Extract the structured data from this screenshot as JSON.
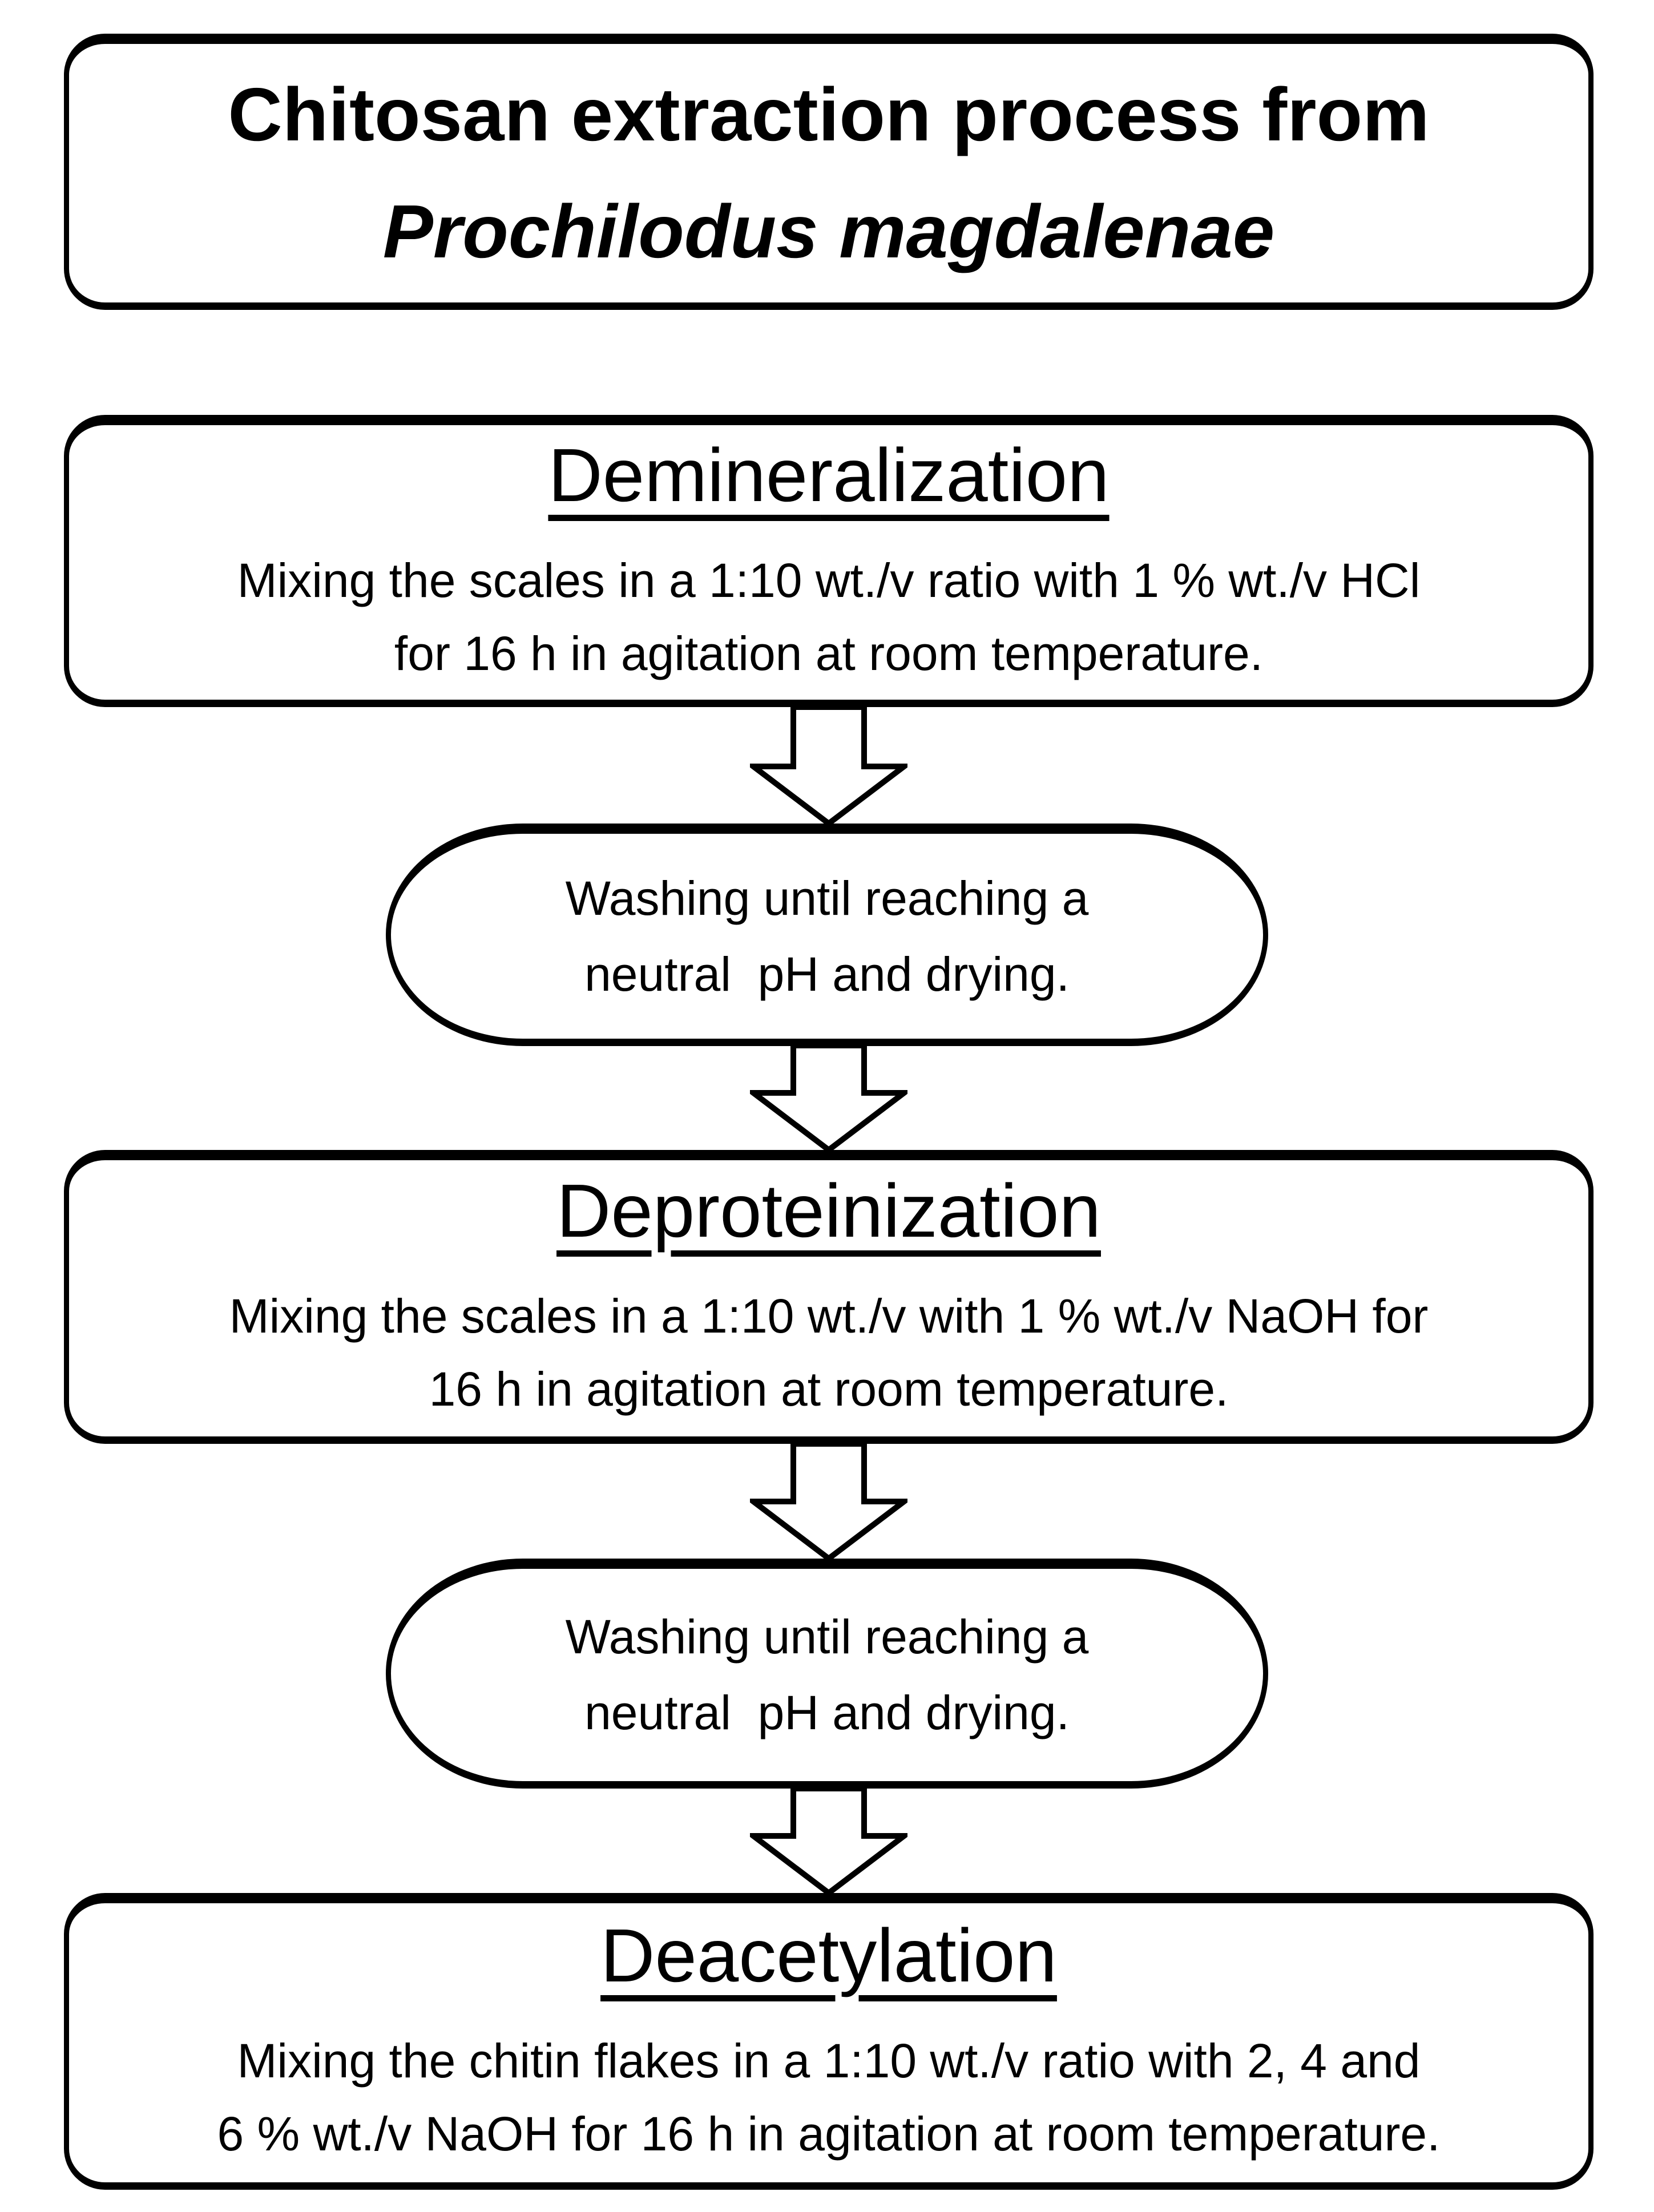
{
  "title": {
    "line1": "Chitosan extraction process from",
    "line2_italic": "Prochilodus magdalenae"
  },
  "steps": [
    {
      "id": "demineralization",
      "heading": "Demineralization",
      "body": "Mixing the scales in a 1:10 wt./v ratio with 1 % wt./v HCl\nfor 16 h in agitation at room temperature."
    },
    {
      "id": "deproteinization",
      "heading": "Deproteinization",
      "body": "Mixing the scales in a 1:10 wt./v with 1 % wt./v NaOH for\n16 h in agitation at room temperature."
    },
    {
      "id": "deacetylation",
      "heading": "Deacetylation",
      "body": "Mixing the chitin flakes in a 1:10 wt./v ratio with 2, 4 and\n6 % wt./v NaOH for 16 h in agitation at room temperature."
    }
  ],
  "washing": {
    "text": "Washing until reaching a\nneutral  pH and drying."
  },
  "colors": {
    "ink": "#000000",
    "paper": "#ffffff"
  }
}
